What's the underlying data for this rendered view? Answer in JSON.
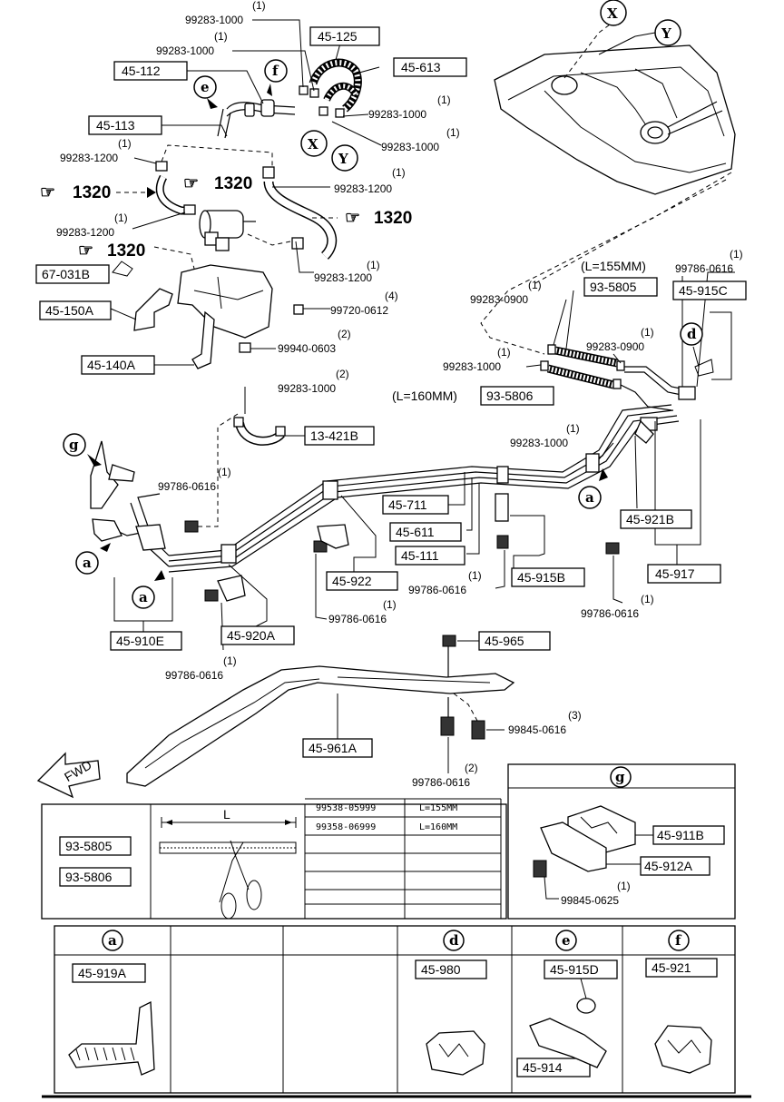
{
  "labels": {
    "p99283_1000_a": "99283-1000",
    "q1_a": "(1)",
    "p99283_1000_b": "99283-1000",
    "q1_b": "(1)",
    "p45_125": "45-125",
    "p45_112": "45-112",
    "p45_613": "45-613",
    "p99283_1000_c": "99283-1000",
    "q1_c": "(1)",
    "p45_113": "45-113",
    "p99283_1000_d": "99283-1000",
    "q1_d": "(1)",
    "p99283_1200_a": "99283-1200",
    "q1_e": "(1)",
    "p99283_1200_b": "99283-1200",
    "q1_f": "(1)",
    "ref1320_a": "1320",
    "ref1320_b": "1320",
    "ref1320_c": "1320",
    "ref1320_d": "1320",
    "p99283_1200_c": "99283-1200",
    "q1_g": "(1)",
    "p99283_1200_d": "99283-1200",
    "q1_h": "(1)",
    "p67_031B": "67-031B",
    "p45_150A": "45-150A",
    "p99720_0612": "99720-0612",
    "q4_a": "(4)",
    "p99940_0603": "99940-0603",
    "q2_a": "(2)",
    "p45_140A": "45-140A",
    "len155": "(L=155MM)",
    "p99786_0616_a": "99786-0616",
    "q1_i": "(1)",
    "p99283_0900_a": "99283-0900",
    "q1_j": "(1)",
    "p93_5805": "93-5805",
    "p45_915C": "45-915C",
    "p99283_0900_b": "99283-0900",
    "q1_k": "(1)",
    "p99283_1000_e": "99283-1000",
    "q1_l": "(1)",
    "len160": "(L=160MM)",
    "p93_5806": "93-5806",
    "p99283_1000_f": "99283-1000",
    "q2_b": "(2)",
    "p13_421B": "13-421B",
    "p99283_1000_g": "99283-1000",
    "q1_m": "(1)",
    "p99786_0616_b": "99786-0616",
    "q1_n": "(1)",
    "p45_711": "45-711",
    "p45_611": "45-611",
    "p45_111": "45-111",
    "p45_921B": "45-921B",
    "p45_917": "45-917",
    "p45_922": "45-922",
    "p45_915B": "45-915B",
    "p99786_0616_c": "99786-0616",
    "q1_o": "(1)",
    "p99786_0616_d": "99786-0616",
    "q1_p": "(1)",
    "p99786_0616_e": "99786-0616",
    "q1_q": "(1)",
    "p45_910E": "45-910E",
    "p45_920A": "45-920A",
    "p99786_0616_f": "99786-0616",
    "q1_r": "(1)",
    "p45_965": "45-965",
    "p99845_0616": "99845-0616",
    "q3_a": "(3)",
    "p45_961A": "45-961A",
    "p99786_0616_g": "99786-0616",
    "q2_c": "(2)",
    "fwd": "FWD",
    "callout_x": "X",
    "callout_y": "Y",
    "callout_a": "a",
    "callout_d": "d",
    "callout_e": "e",
    "callout_f": "f",
    "callout_g": "g",
    "p45_911B": "45-911B",
    "p45_912A": "45-912A",
    "p99845_0625": "99845-0625",
    "q1_s": "(1)",
    "p45_919A": "45-919A",
    "p45_980": "45-980",
    "p45_915D": "45-915D",
    "p45_914": "45-914",
    "p45_921": "45-921",
    "L": "L"
  },
  "hose_table": {
    "parts": [
      "93-5805",
      "93-5806"
    ],
    "rows": [
      {
        "code": "99538-05999",
        "length": "L=155MM"
      },
      {
        "code": "99358-06999",
        "length": "L=160MM"
      }
    ]
  }
}
